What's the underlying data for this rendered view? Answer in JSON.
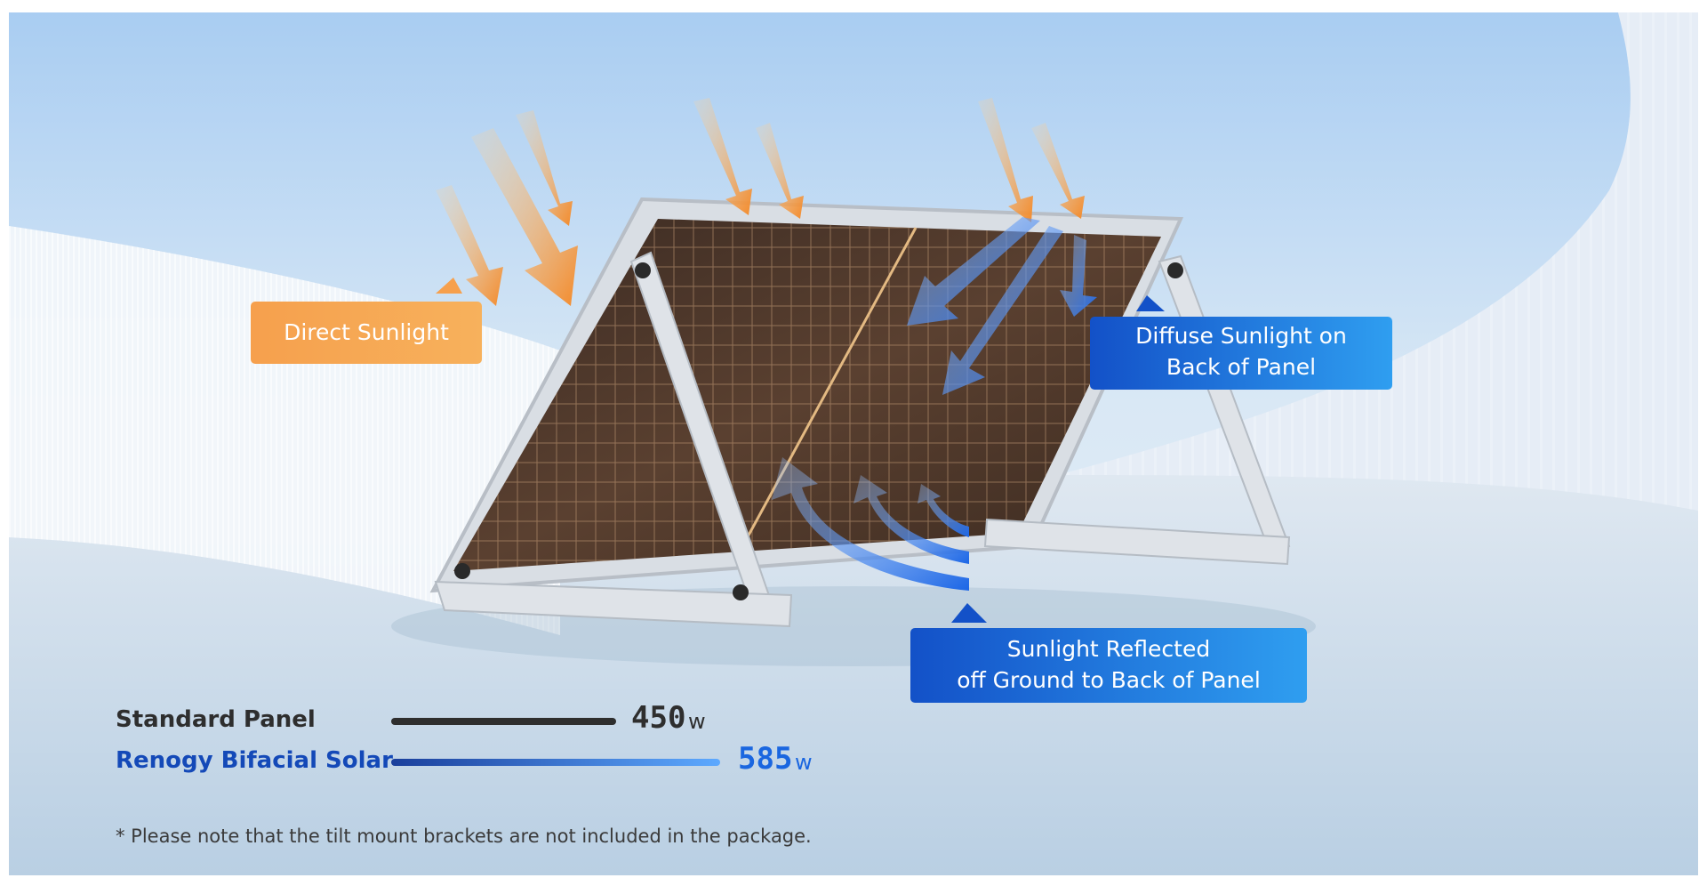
{
  "callouts": {
    "direct": "Direct Sunlight",
    "diffuse_line1": "Diffuse Sunlight on",
    "diffuse_line2": "Back of Panel",
    "reflect_line1": "Sunlight Reflected",
    "reflect_line2": "off Ground to Back of Panel"
  },
  "comparison": {
    "standard_label": "Standard Panel",
    "standard_value": "450",
    "standard_unit": "w",
    "bifacial_label": "Renogy Bifacial Solar",
    "bifacial_value": "585",
    "bifacial_unit": "w"
  },
  "note": "* Please note that the tilt mount brackets are not included in the package.",
  "colors": {
    "orange": "#f6a04d",
    "blue_dark": "#1351c8",
    "blue_light": "#2f9ef0",
    "standard_text": "#2e2e2e",
    "bifacial_text": "#1449b8"
  }
}
